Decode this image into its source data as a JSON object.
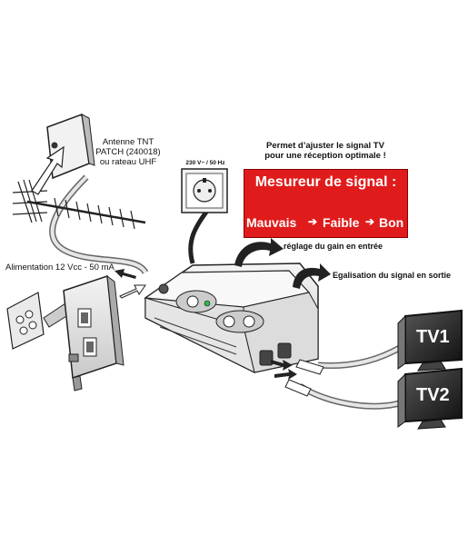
{
  "antenna": {
    "label_line1": "Antenne TNT",
    "label_line2": "PATCH (240018)",
    "label_line3": "ou rateau UHF"
  },
  "mains": {
    "label": "230 V~ / 50 Hz"
  },
  "signal_meter": {
    "intro_line1": "Permet d’ajuster le signal TV",
    "intro_line2": "pour une réception optimale !",
    "title": "Mesureur de signal :",
    "levels": [
      {
        "label": "Mauvais",
        "led_color": "#ffffff"
      },
      {
        "label": "Faible",
        "led_color": "#f5a623"
      },
      {
        "label": "Bon",
        "led_color": "#2db84a"
      }
    ],
    "arrow_1": "➔",
    "arrow_2": "➔",
    "panel_color": "#e01b1b"
  },
  "callouts": {
    "gain": "réglage du gain en entrée",
    "equalisation": "Egalisation du signal en sortie",
    "power": "Alimentation 12 Vcc - 50 mA"
  },
  "outputs": {
    "tv1": "TV1",
    "tv2": "TV2"
  }
}
